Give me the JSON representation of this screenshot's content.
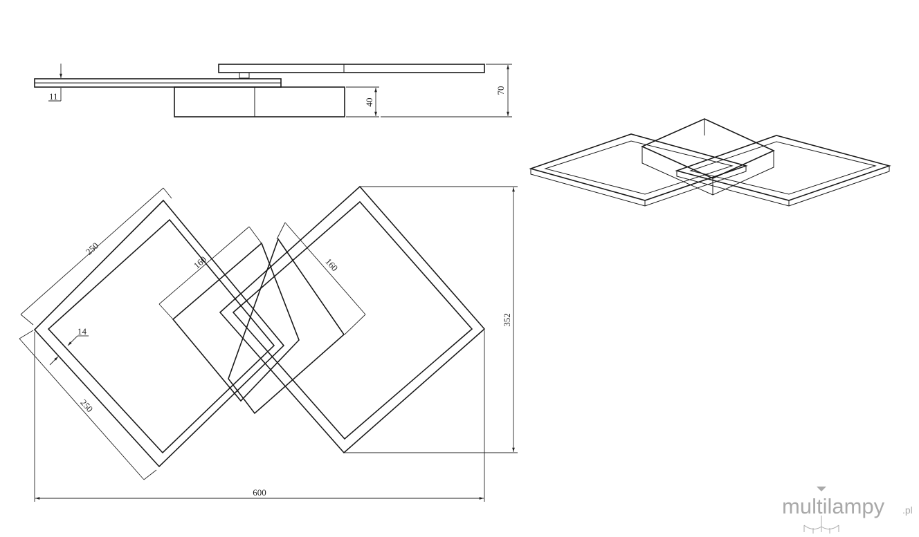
{
  "dimensions": {
    "plate_thickness": "11",
    "body_height": "40",
    "total_height": "70",
    "frame_side_top": "250",
    "frame_side_bottom": "250",
    "inner_box_left": "160",
    "inner_box_right": "160",
    "frame_width": "14",
    "total_depth": "352",
    "total_width": "600"
  },
  "watermark": {
    "brand": "multilampy",
    "tld": ".pl"
  },
  "colors": {
    "line": "#1a1a1a",
    "watermark": "#a9a9a9"
  }
}
